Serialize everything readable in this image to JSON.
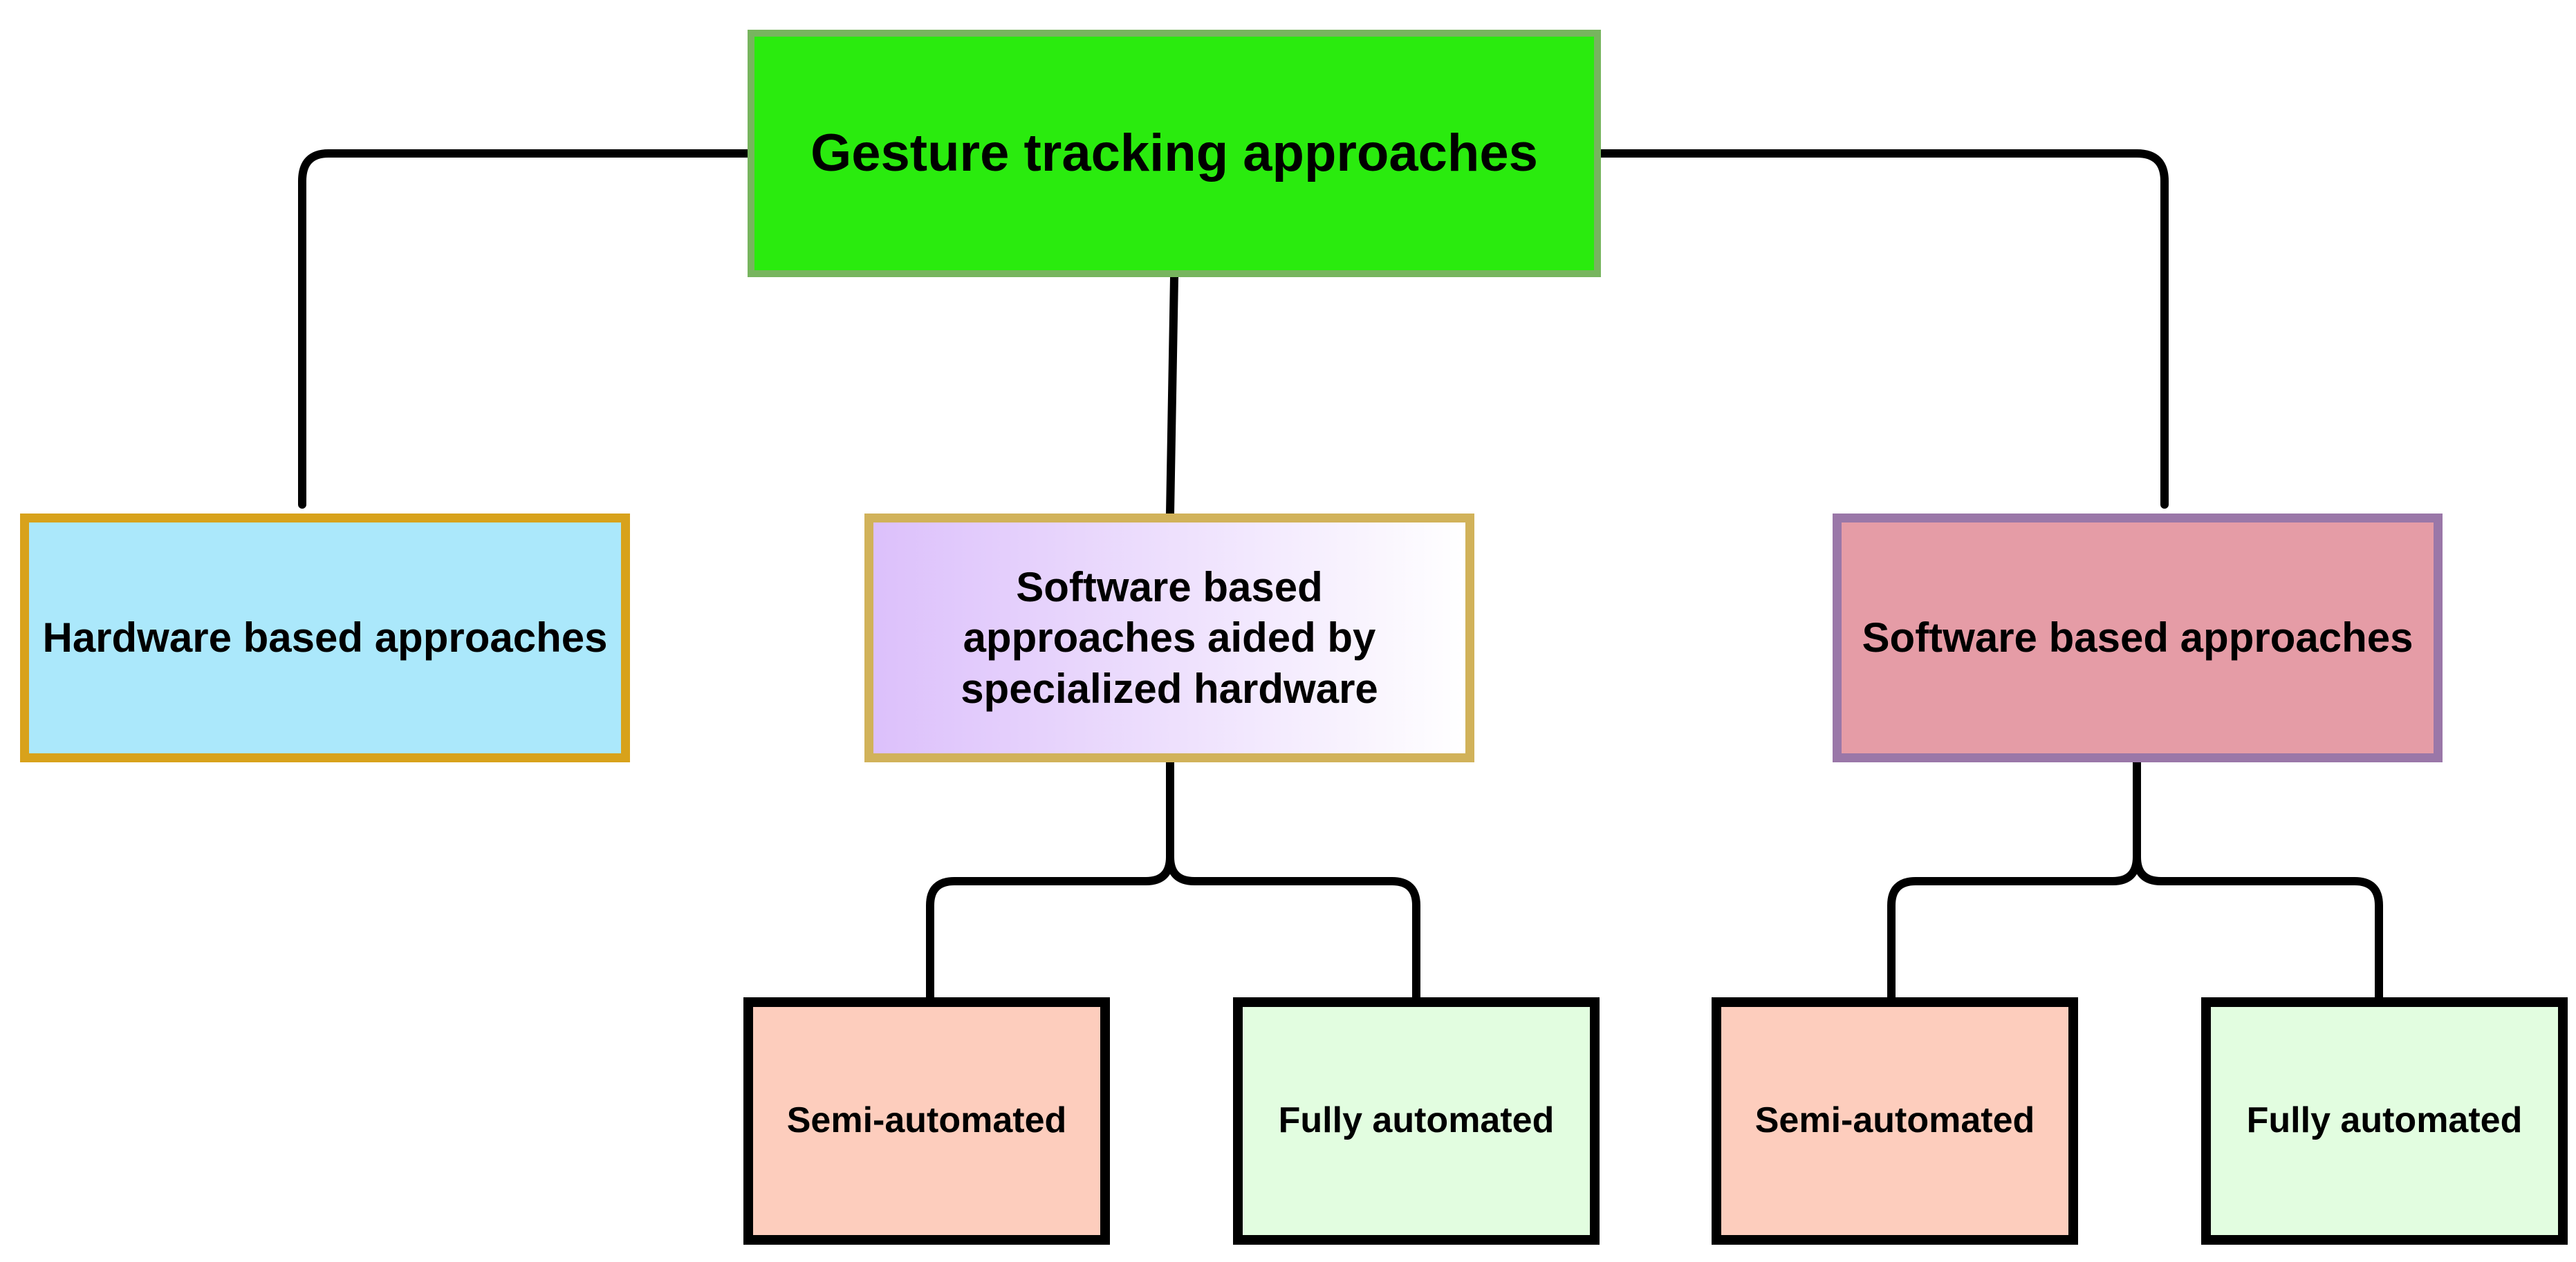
{
  "diagram": {
    "root": {
      "label": "Gesture tracking approaches",
      "fill": "#2aeb0e"
    },
    "branches": [
      {
        "label": "Hardware based approaches",
        "fill": "#abe8fb"
      },
      {
        "label": "Software based approaches aided by specialized hardware",
        "fill_gradient": [
          "#dcc0fb",
          "#ffffff"
        ],
        "children": [
          {
            "label": "Semi-automated",
            "fill": "#fdcdbd"
          },
          {
            "label": "Fully automated",
            "fill": "#e2fde0"
          }
        ]
      },
      {
        "label": "Software based approaches",
        "fill": "#e59ca6",
        "children": [
          {
            "label": "Semi-automated",
            "fill": "#fdcdbd"
          },
          {
            "label": "Fully automated",
            "fill": "#e2fde0"
          }
        ]
      }
    ]
  }
}
